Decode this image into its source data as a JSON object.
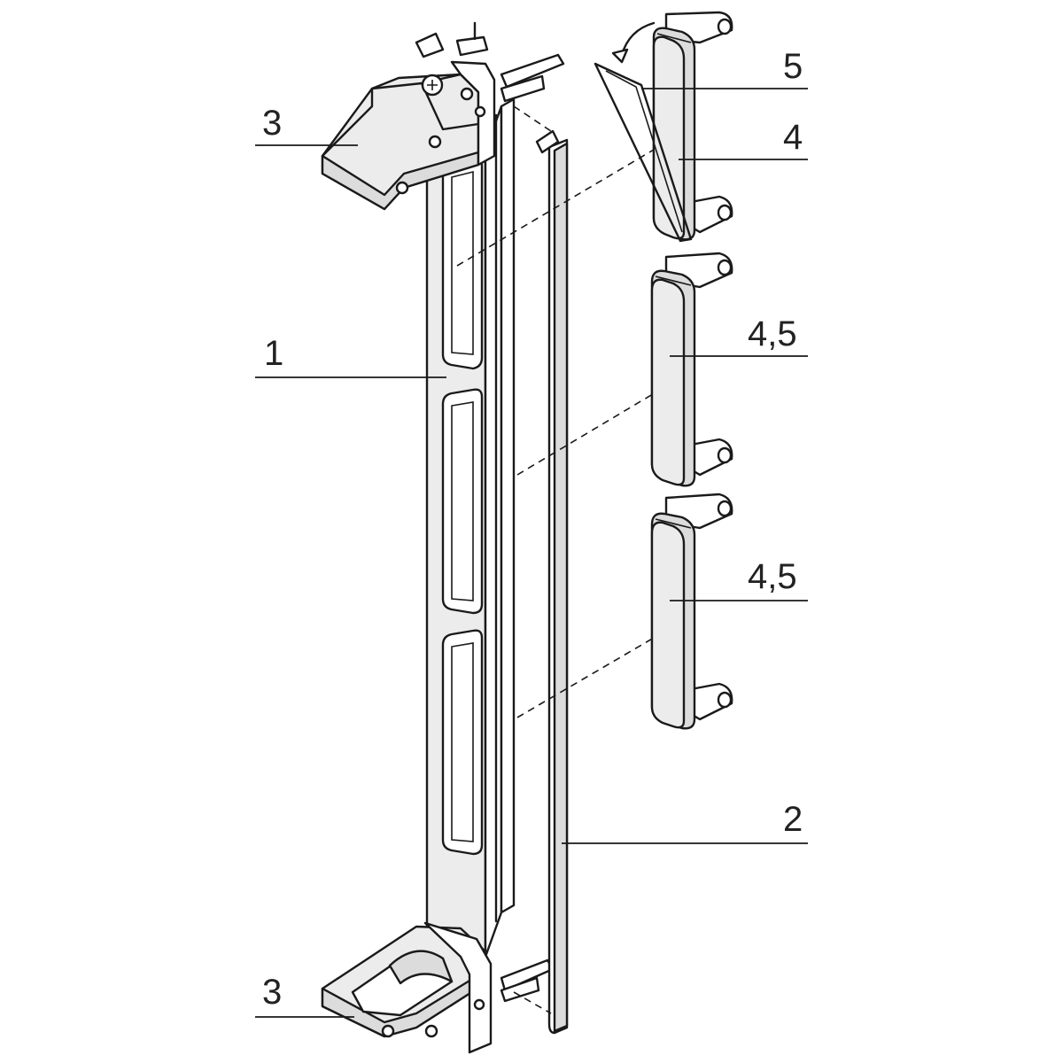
{
  "callouts": [
    {
      "id": "frame",
      "text": "1"
    },
    {
      "id": "rail",
      "text": "2"
    },
    {
      "id": "handle-top",
      "text": "3"
    },
    {
      "id": "handle-bottom",
      "text": "3"
    },
    {
      "id": "cover-top",
      "text": "4"
    },
    {
      "id": "clip-top",
      "text": "5"
    },
    {
      "id": "cover-middle",
      "text": "4,5"
    },
    {
      "id": "cover-bottom",
      "text": "4,5"
    }
  ],
  "colors": {
    "stroke": "#1a1a1a",
    "fill_light": "#ececec",
    "fill_mid": "#dcdcdc",
    "label": "#222222",
    "background": "#ffffff"
  }
}
